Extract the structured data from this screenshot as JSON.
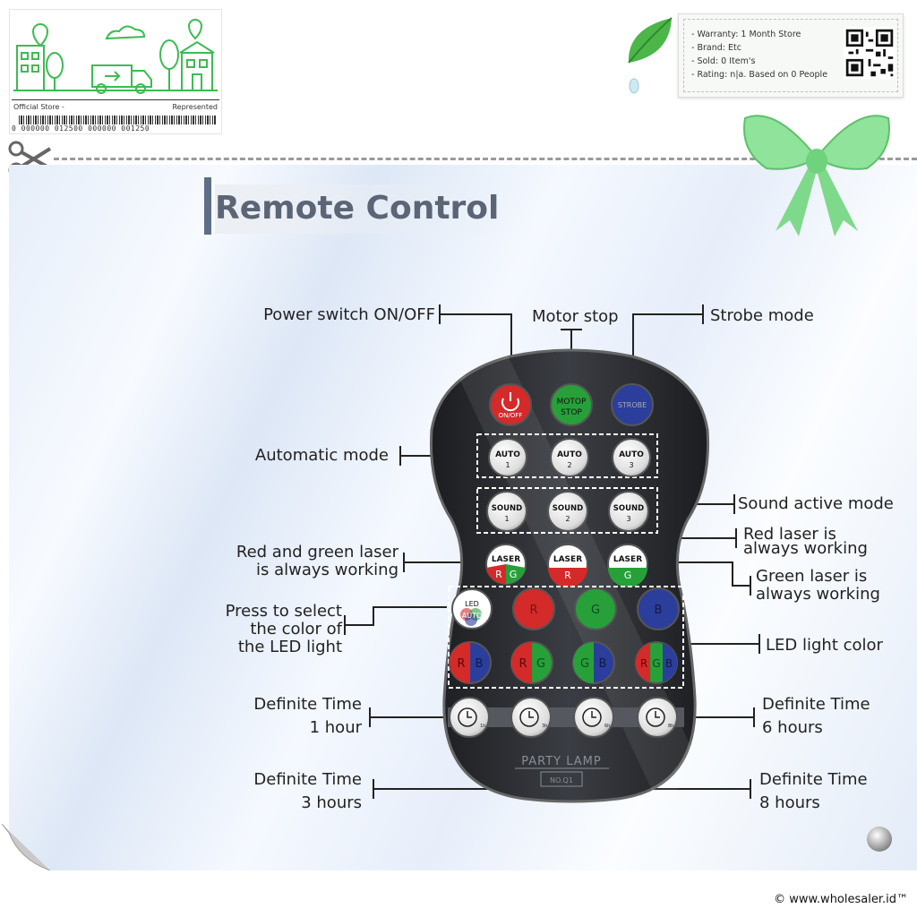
{
  "store": {
    "official_label": "Official Store -",
    "represented_label": "Represented",
    "barcode_number": "0 000000 012500 000000 001250"
  },
  "info": {
    "items": [
      "- Warranty: 1 Month Store",
      "- Brand: Etc",
      "- Sold: 0 Item's",
      "- Rating: n|a. Based on 0 People"
    ]
  },
  "title": "Remote Control",
  "labels": {
    "power": "Power switch ON/OFF",
    "motor": "Motor stop",
    "strobe": "Strobe mode",
    "automatic": "Automatic mode",
    "sound_active": "Sound active mode",
    "red_laser": [
      "Red  laser is",
      "always working"
    ],
    "red_green_laser": [
      "Red and green laser",
      "is always working"
    ],
    "green_laser": [
      "Green laser is",
      "always working"
    ],
    "press_select": [
      "Press to select",
      "the color of",
      "the LED light"
    ],
    "led_color": "LED light color",
    "time_1": [
      "Definite Time",
      "1 hour"
    ],
    "time_6": [
      "Definite Time",
      "6 hours"
    ],
    "time_3": [
      "Definite Time",
      "3 hours"
    ],
    "time_8": [
      "Definite Time",
      "8 hours"
    ]
  },
  "buttons": {
    "on_off": "ON/OFF",
    "motor_stop": [
      "MOTOP",
      "STOP"
    ],
    "strobe": "STROBE",
    "auto": [
      [
        "AUTO",
        "1"
      ],
      [
        "AUTO",
        "2"
      ],
      [
        "AUTO",
        "3"
      ]
    ],
    "sound": [
      [
        "SOUND",
        "1"
      ],
      [
        "SOUND",
        "2"
      ],
      [
        "SOUND",
        "3"
      ]
    ],
    "laser_rg": [
      "LASER",
      "R",
      "G"
    ],
    "laser_r": [
      "LASER",
      "R"
    ],
    "laser_g": [
      "LASER",
      "G"
    ],
    "led_auto": [
      "LED",
      "AUTO"
    ],
    "led_r": "R",
    "led_g": "G",
    "led_b": "B",
    "led_rb": [
      "R",
      "B"
    ],
    "led_rg": [
      "R",
      "G"
    ],
    "led_gb": [
      "G",
      "B"
    ],
    "led_rgb": [
      "R",
      "G",
      "B"
    ],
    "timers": [
      "1h",
      "3h",
      "6h",
      "8h"
    ]
  },
  "remote": {
    "brand": "PARTY LAMP",
    "model": "NO.Q1"
  },
  "colors": {
    "red": "#d42a2a",
    "green": "#27a03a",
    "blue": "#2c3e9c",
    "body": "#2b2d31",
    "accent": "#5d6f86"
  },
  "copyright": "© www.wholesaler.id™"
}
